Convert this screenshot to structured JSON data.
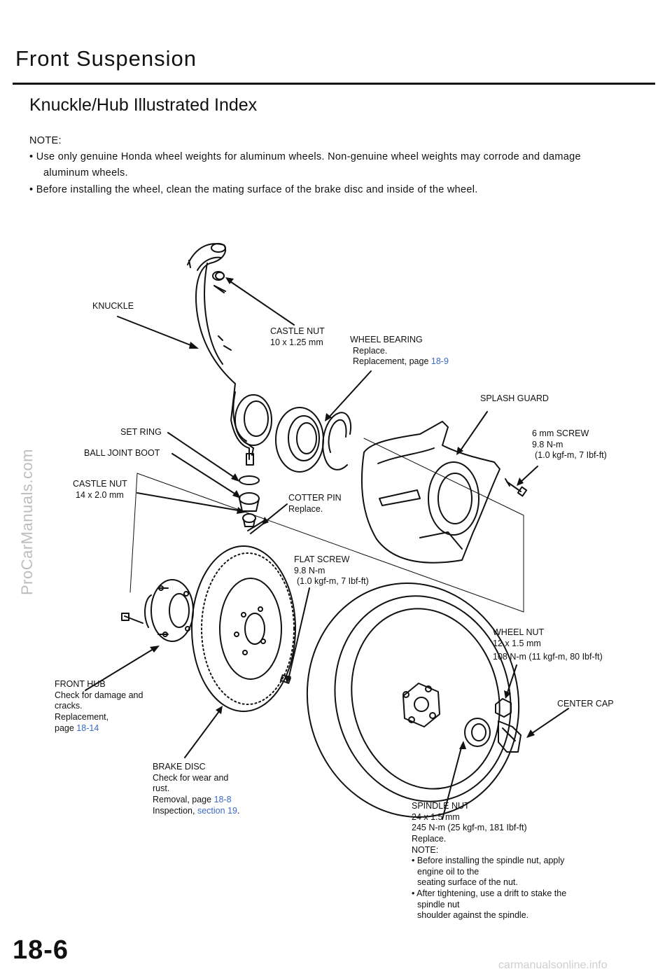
{
  "header": {
    "title": "Front  Suspension",
    "subtitle": "Knuckle/Hub Illustrated Index"
  },
  "note": {
    "heading": "NOTE:",
    "bullet1_line1": "•  Use  only  genuine  Honda  wheel  weights  for  aluminum  wheels.  Non-genuine  wheel  weights  may  corrode  and  damage",
    "bullet1_line2": "aluminum  wheels.",
    "bullet2": "•  Before  installing the wheel, clean the mating surface of the brake disc and inside of the wheel."
  },
  "labels": {
    "knuckle": "KNUCKLE",
    "castle_nut_top": {
      "name": "CASTLE  NUT",
      "spec": "10 x  1.25 mm"
    },
    "wheel_bearing": {
      "name": "WHEEL BEARING",
      "l1": "Replace.",
      "l2": "Replacement,  page",
      "page": "18-9"
    },
    "splash_guard": "SPLASH GUARD",
    "six_mm_screw": {
      "name": "6  mm  SCREW",
      "torque": "9.8 N-m",
      "torque2": "(1.0 kgf-m, 7 Ibf-ft)"
    },
    "set_ring": "SET  RING",
    "ball_joint_boot": "BALL  JOINT  BOOT",
    "castle_nut_low": {
      "name": "CASTLE  NUT",
      "spec": "14  x  2.0  mm"
    },
    "cotter_pin": {
      "name": "COTTER PIN",
      "l1": "Replace."
    },
    "flat_screw": {
      "name": "FLAT SCREW",
      "torque": "9.8 N-m",
      "torque2": "(1.0 kgf-m, 7 Ibf-ft)"
    },
    "wheel_nut": {
      "name": "WHEEL  NUT",
      "spec": "12 x  1.5  mm",
      "torque": "108 N-m  (11  kgf-m, 80 Ibf-ft)"
    },
    "center_cap": "CENTER CAP",
    "front_hub": {
      "name": "FRONT  HUB",
      "l1": "Check  for  damage  and",
      "l2": "cracks.",
      "l3": "Replacement,",
      "l4": "page",
      "page": "18-14"
    },
    "brake_disc": {
      "name": "BRAKE DISC",
      "l1": "Check  for  wear  and",
      "l2": "rust.",
      "l3": "Removal,  page",
      "page1": "18-8",
      "l4": "Inspection,",
      "section": "section  19",
      "dot": "."
    },
    "spindle_nut": {
      "name": "SPINDLE  NUT",
      "spec": "24  x  1.5  mm",
      "torque": "245 N-m  (25 kgf-m,  181  Ibf-ft)",
      "l1": "Replace.",
      "note": "NOTE:",
      "n1a": "•  Before  installing  the  spindle  nut,  apply",
      "n1b": "engine  oil  to  the",
      "n1c": "seating  surface  of  the  nut.",
      "n2a": "• After tightening,  use  a  drift to  stake  the",
      "n2b": "spindle  nut",
      "n2c": "shoulder  against  the  spindle."
    }
  },
  "footer": {
    "page_number": "18-6"
  },
  "watermarks": {
    "left": "ProCarManuals.com",
    "bottom": "carmanualsonline.info"
  }
}
